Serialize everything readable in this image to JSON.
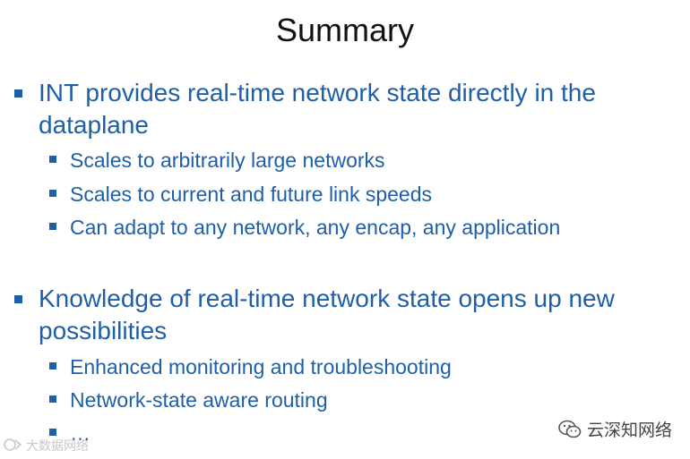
{
  "slide": {
    "title": "Summary",
    "bullets": [
      {
        "text": "INT provides real-time network state directly in the dataplane",
        "sub": [
          "Scales to arbitrarily large networks",
          "Scales to current and future link speeds",
          "Can adapt to any network, any encap, any application"
        ]
      },
      {
        "text": "Knowledge of real-time network state opens up new possibilities",
        "sub": [
          "Enhanced monitoring and troubleshooting",
          "Network-state aware routing",
          "…"
        ]
      }
    ]
  },
  "watermarks": {
    "right": "云深知网络",
    "left": "大数据网络"
  },
  "colors": {
    "accent": "#1f5fa8",
    "title": "#111111"
  }
}
